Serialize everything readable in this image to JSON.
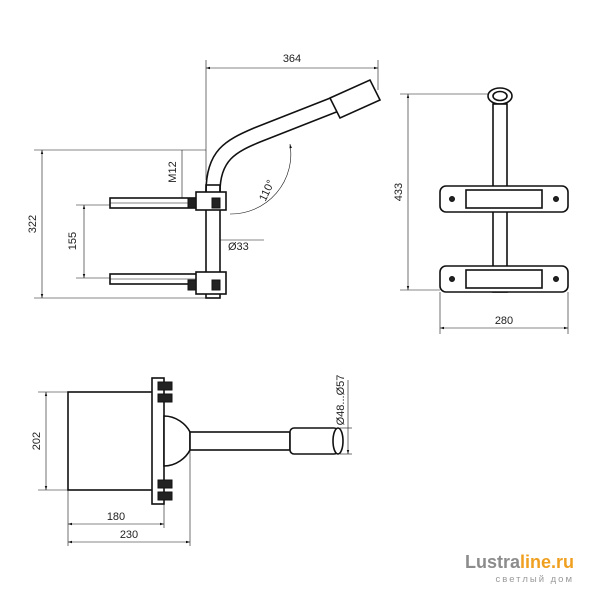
{
  "side_view": {
    "overall_width": "364",
    "overall_height": "322",
    "bracket_spacing": "155",
    "bolt": "M12",
    "angle": "110°",
    "tube_diameter": "Ø33"
  },
  "front_view": {
    "height": "433",
    "width": "280"
  },
  "top_view": {
    "plate_height": "202",
    "depth": "180",
    "overall_depth": "230",
    "pipe_diameter": "Ø48...Ø57"
  },
  "logo": {
    "part1": "Lustra",
    "part2": "line.ru",
    "tagline": "светлый дом",
    "colors": {
      "part1": "#8c8c8c",
      "part2": "#f0a020"
    }
  }
}
